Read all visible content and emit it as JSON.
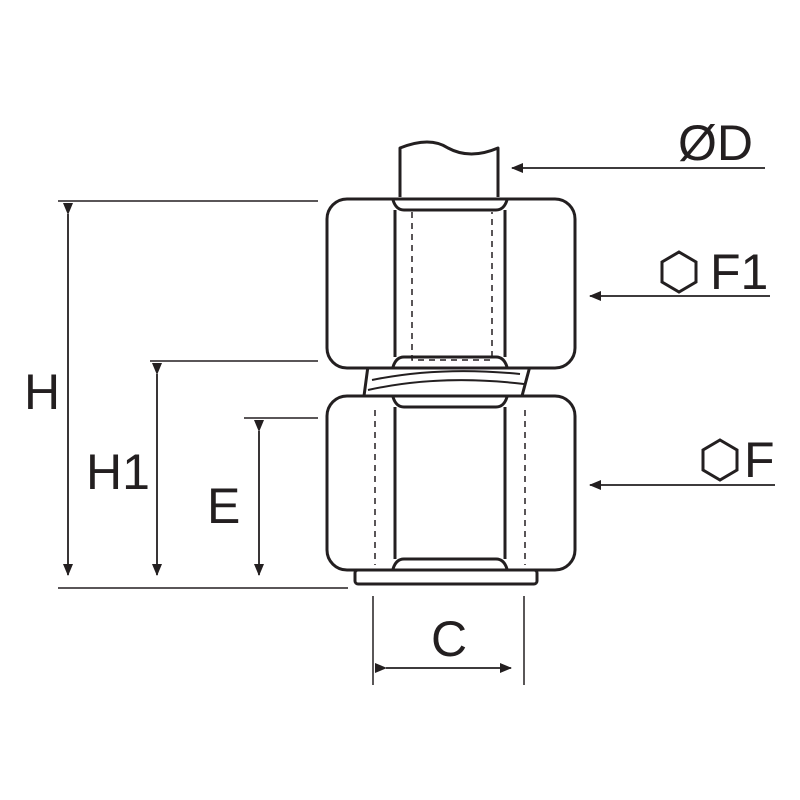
{
  "labels": {
    "diameter": "ØD",
    "hex_upper": "F1",
    "hex_lower": "F",
    "height_total": "H",
    "height_partial": "H1",
    "height_e": "E",
    "width_c": "C"
  },
  "colors": {
    "line": "#231f20",
    "background": "#ffffff"
  }
}
